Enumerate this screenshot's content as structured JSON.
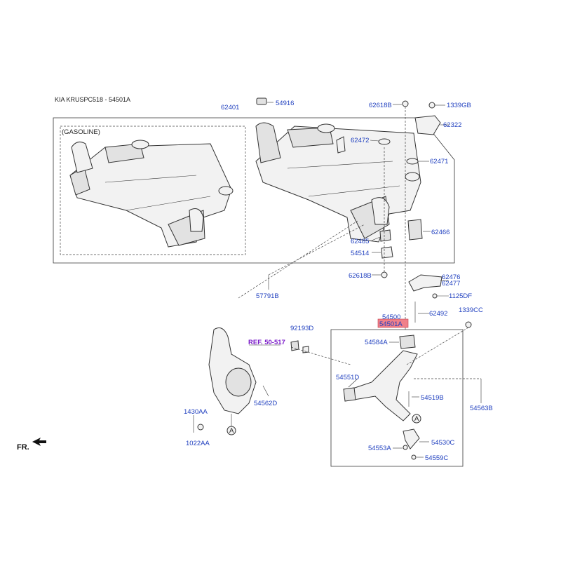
{
  "header": {
    "title": "KIA KRUSPC518 - 54501A"
  },
  "box_labels": {
    "gasoline": "(GASOLINE)"
  },
  "highlight": {
    "part": "54501A",
    "color": "#f0808a"
  },
  "fr_label": "FR.",
  "ref_label": "REF. 50-517",
  "circle_markers": {
    "knuckle": "A",
    "arm": "A"
  },
  "parts": {
    "p62401": "62401",
    "p54916": "54916",
    "p62618B_top": "62618B",
    "p1339GB": "1339GB",
    "p62322": "62322",
    "p62472": "62472",
    "p62471": "62471",
    "p62466": "62466",
    "p62485": "62485",
    "p54514": "54514",
    "p62618B_low": "62618B",
    "p57791B": "57791B",
    "p62476": "62476",
    "p62477": "62477",
    "p1125DF": "1125DF",
    "p62492": "62492",
    "p54500": "54500",
    "p54501A": "54501A",
    "p1339CC": "1339CC",
    "p92193D": "92193D",
    "p54584A": "54584A",
    "p54551D": "54551D",
    "p54519B": "54519B",
    "p54563B": "54563B",
    "p54562D": "54562D",
    "p1430AA": "1430AA",
    "p1022AA": "1022AA",
    "p54530C": "54530C",
    "p54553A": "54553A",
    "p54559C": "54559C"
  }
}
